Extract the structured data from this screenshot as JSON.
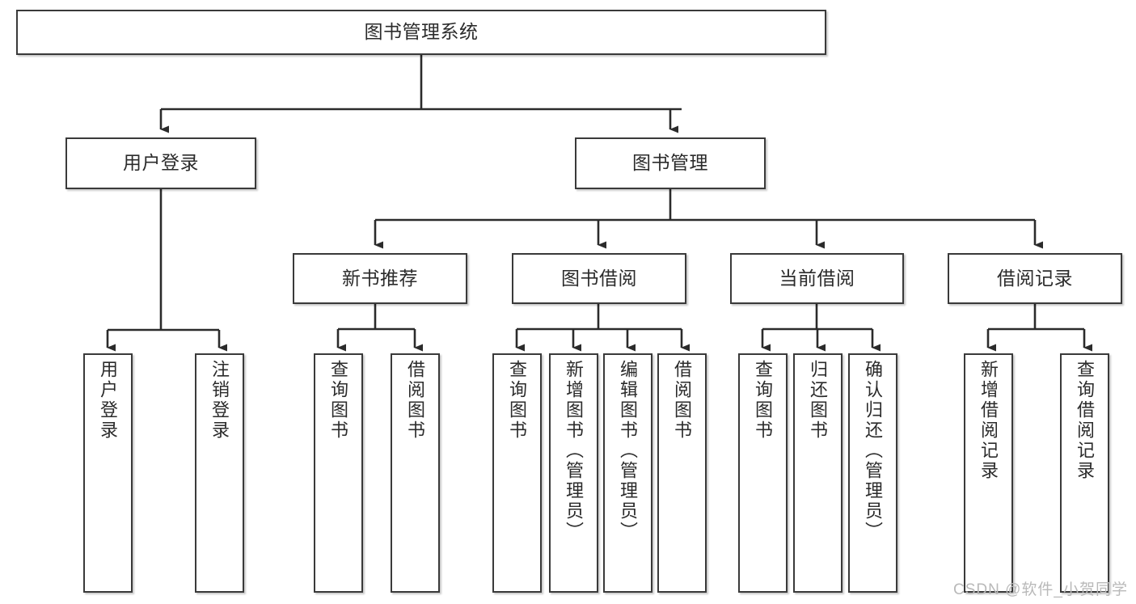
{
  "diagram": {
    "title": "图书管理系统",
    "type": "hierarchy-tree",
    "root": {
      "label": "图书管理系统"
    },
    "level2": [
      {
        "label": "用户登录"
      },
      {
        "label": "图书管理"
      }
    ],
    "level3": [
      {
        "label": "新书推荐"
      },
      {
        "label": "图书借阅"
      },
      {
        "label": "当前借阅"
      },
      {
        "label": "借阅记录"
      }
    ],
    "leaves": {
      "user_login": [
        {
          "label": "用户登录"
        },
        {
          "label": "注销登录"
        }
      ],
      "new_book_recommend": [
        {
          "label": "查询图书"
        },
        {
          "label": "借阅图书"
        }
      ],
      "book_borrow": [
        {
          "label": "查询图书"
        },
        {
          "label": "新增图书（管理员）"
        },
        {
          "label": "编辑图书（管理员）"
        },
        {
          "label": "借阅图书"
        }
      ],
      "current_borrow": [
        {
          "label": "查询图书"
        },
        {
          "label": "归还图书"
        },
        {
          "label": "确认归还（管理员）"
        }
      ],
      "borrow_record": [
        {
          "label": "新增借阅记录"
        },
        {
          "label": "查询借阅记录"
        }
      ]
    }
  },
  "watermark": {
    "text": "CSDN @软件_小贺同学"
  },
  "colors": {
    "box_border": "#3a3a3a",
    "box_fill": "#ffffff",
    "edge": "#2b2b2b",
    "text": "#2b2b2b",
    "watermark": "#b9b9b9"
  }
}
